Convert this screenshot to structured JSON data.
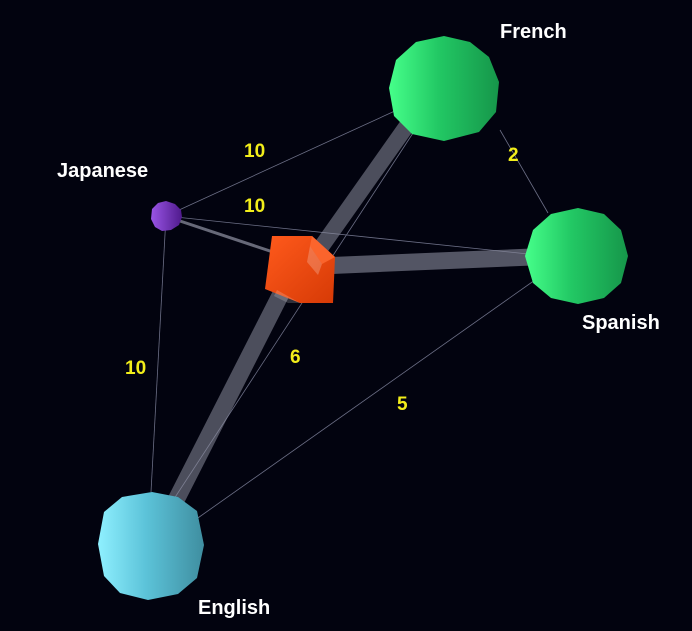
{
  "graph": {
    "nodes": [
      {
        "id": "french",
        "label": "French",
        "color": "#1fb85a",
        "shape": "sphere"
      },
      {
        "id": "japanese",
        "label": "Japanese",
        "color": "#6a22b0",
        "shape": "sphere"
      },
      {
        "id": "spanish",
        "label": "Spanish",
        "color": "#1fb85a",
        "shape": "sphere"
      },
      {
        "id": "english",
        "label": "English",
        "color": "#5bc0d4",
        "shape": "sphere"
      },
      {
        "id": "hub",
        "label": "",
        "color": "#e84a10",
        "shape": "cube"
      }
    ],
    "edges": [
      {
        "from": "japanese",
        "to": "french",
        "weight": "10"
      },
      {
        "from": "japanese",
        "to": "spanish",
        "weight": "10"
      },
      {
        "from": "japanese",
        "to": "english",
        "weight": "10"
      },
      {
        "from": "french",
        "to": "spanish",
        "weight": "2"
      },
      {
        "from": "french",
        "to": "english",
        "weight": "6"
      },
      {
        "from": "spanish",
        "to": "english",
        "weight": "5"
      }
    ],
    "hub_links": [
      "french",
      "spanish",
      "english",
      "japanese"
    ],
    "colors": {
      "background": "#02030f",
      "label_text": "#ffffff",
      "weight_text": "#f2ee1a",
      "edge": "#6c6f86",
      "hub_link": "#8a8c9c"
    }
  }
}
